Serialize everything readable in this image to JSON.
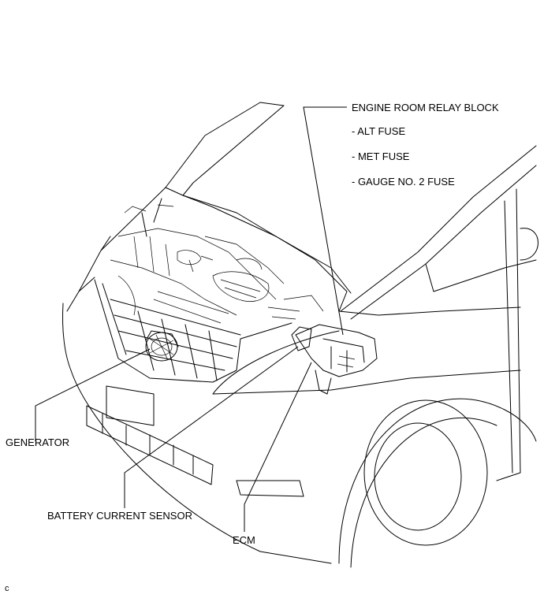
{
  "labels": {
    "relay_block": "ENGINE ROOM RELAY BLOCK",
    "alt_fuse": "- ALT FUSE",
    "met_fuse": "- MET FUSE",
    "gauge_fuse": "- GAUGE NO. 2 FUSE",
    "generator": "GENERATOR",
    "battery_sensor": "BATTERY CURRENT SENSOR",
    "ecm": "ECM",
    "figure_id": "c"
  }
}
